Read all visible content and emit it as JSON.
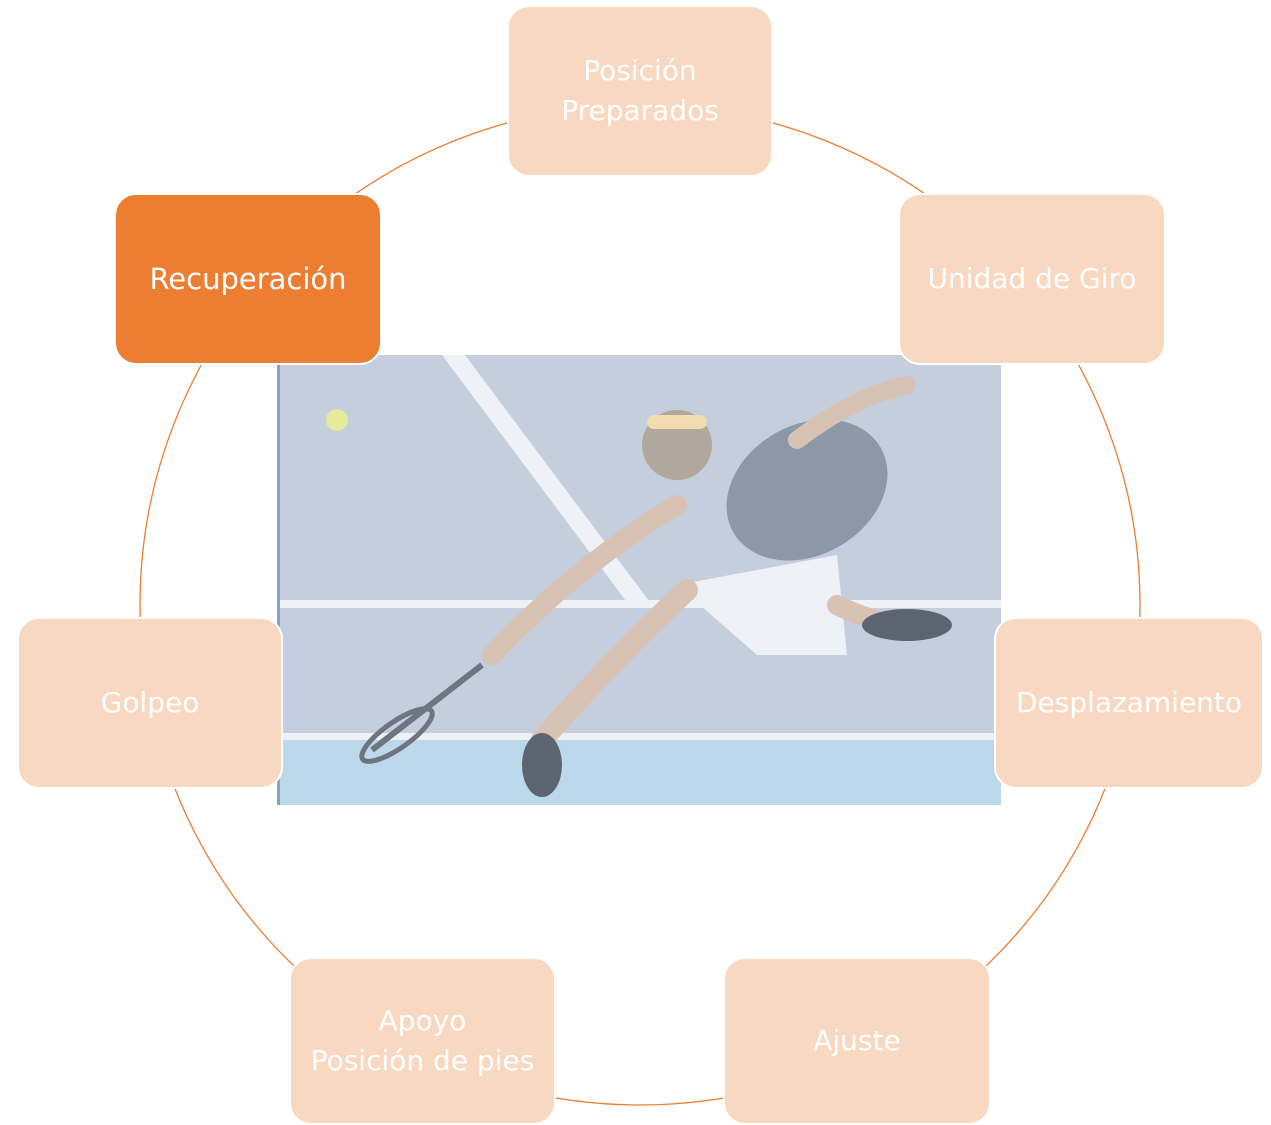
{
  "diagram": {
    "accent_color": "#ed7d31",
    "box_color": "#f8d8c0",
    "steps": [
      {
        "lines": [
          "Posición",
          "Preparados"
        ],
        "active": false
      },
      {
        "lines": [
          "Unidad de Giro"
        ],
        "active": false
      },
      {
        "lines": [
          "Desplazamiento"
        ],
        "active": false
      },
      {
        "lines": [
          "Ajuste"
        ],
        "active": false
      },
      {
        "lines": [
          "Apoyo",
          "Posición de pies"
        ],
        "active": false
      },
      {
        "lines": [
          "Golpeo"
        ],
        "active": false
      },
      {
        "lines": [
          "Recuperación"
        ],
        "active": true
      }
    ],
    "center_image": "tennis-player-photo"
  }
}
